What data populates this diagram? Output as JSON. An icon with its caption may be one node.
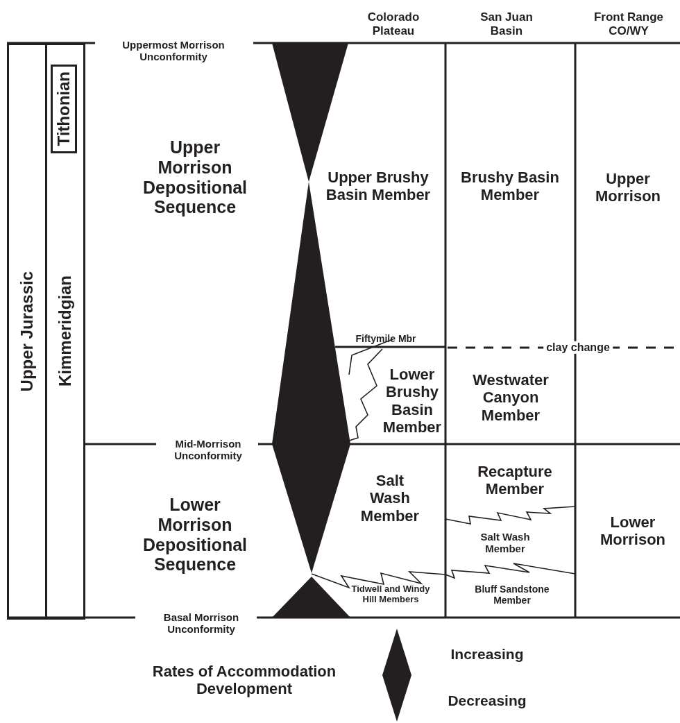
{
  "diagram": {
    "nodes": [
      {
        "text": [
          "Upper Jurassic"
        ]
      },
      {
        "text": [
          "Kimmeridgian"
        ]
      },
      {
        "text": [
          "Tithonian"
        ],
        "in": 1
      },
      {
        "text": [
          "Fiftymile Mbr"
        ]
      },
      {
        "text": [],
        "shape": "diamond"
      }
    ],
    "labels": [
      "Colorado Plateau",
      "San Juan Basin",
      "Front Range CO/WY",
      "Uppermost Morrison Unconformity",
      "Upper Morrison Depositional Sequence",
      "Upper Brushy Basin Member",
      "Brushy Basin Member",
      "Upper Morrison",
      "clay change",
      "Lower Brushy Basin Member",
      "Westwater Canyon Member",
      "Mid-Morrison Unconformity",
      "Recapture Member",
      "Lower Morrison Depositional Sequence",
      "Salt Wash Member",
      "Salt Wash Member",
      "Lower Morrison",
      "Tidwell and Windy Hill Members",
      "Bluff Sandstone Member",
      "Basal Morrison Unconformity",
      "Rates of Accommodation Development",
      "Increasing",
      "Decreasing"
    ]
  }
}
